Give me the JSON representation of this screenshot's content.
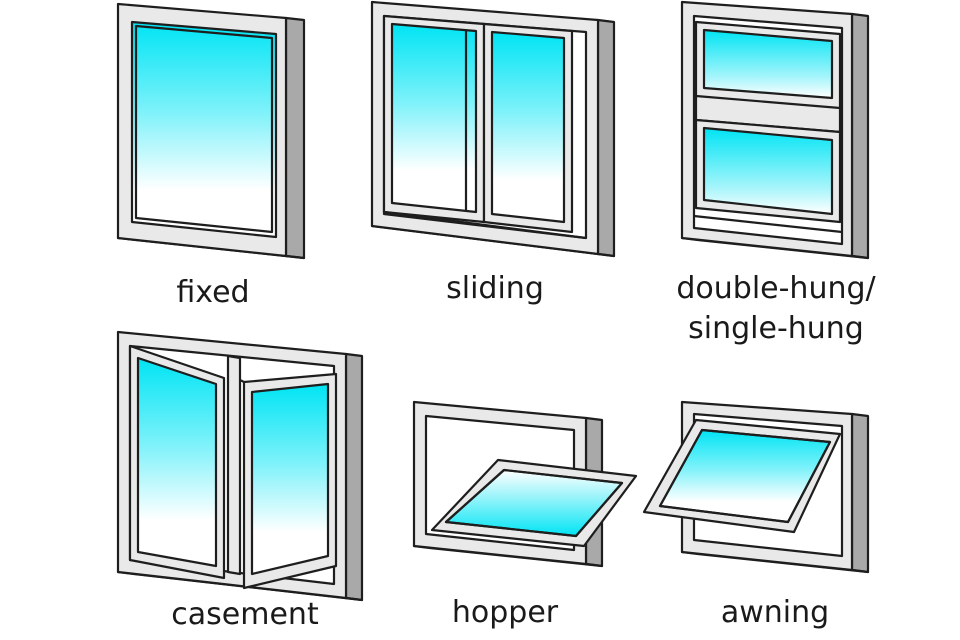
{
  "colors": {
    "glass_top": "#00e4f4",
    "glass_bottom": "#ffffff",
    "frame_face": "#e9e9e9",
    "frame_side": "#a9a9a9",
    "outline": "#1e1e1e"
  },
  "windows": [
    {
      "id": "fixed",
      "label": "fixed"
    },
    {
      "id": "sliding",
      "label": "sliding"
    },
    {
      "id": "double-hung",
      "label_line1": "double-hung/",
      "label_line2": "single-hung"
    },
    {
      "id": "casement",
      "label": "casement"
    },
    {
      "id": "hopper",
      "label": "hopper"
    },
    {
      "id": "awning",
      "label": "awning"
    }
  ]
}
